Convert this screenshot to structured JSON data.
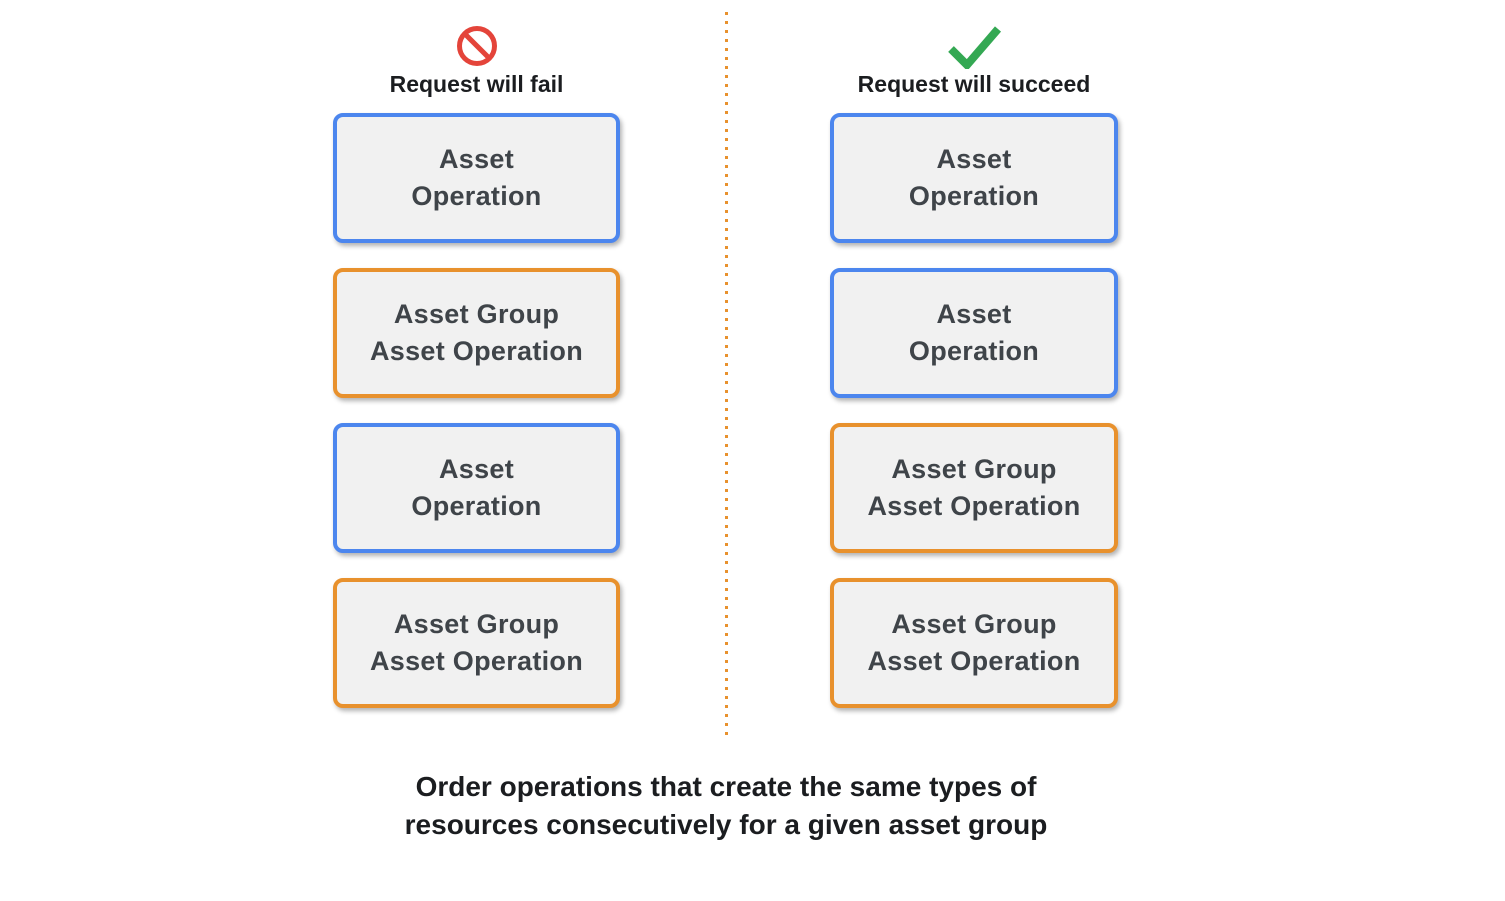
{
  "diagram": {
    "columns": [
      {
        "icon": "prohibition",
        "label": "Request will fail",
        "boxes": [
          {
            "type": "blue",
            "lines": [
              "Asset",
              "Operation"
            ]
          },
          {
            "type": "orange",
            "lines": [
              "Asset Group",
              "Asset Operation"
            ]
          },
          {
            "type": "blue",
            "lines": [
              "Asset",
              "Operation"
            ]
          },
          {
            "type": "orange",
            "lines": [
              "Asset Group",
              "Asset Operation"
            ]
          }
        ]
      },
      {
        "icon": "checkmark",
        "label": "Request will succeed",
        "boxes": [
          {
            "type": "blue",
            "lines": [
              "Asset",
              "Operation"
            ]
          },
          {
            "type": "blue",
            "lines": [
              "Asset",
              "Operation"
            ]
          },
          {
            "type": "orange",
            "lines": [
              "Asset Group",
              "Asset Operation"
            ]
          },
          {
            "type": "orange",
            "lines": [
              "Asset Group",
              "Asset Operation"
            ]
          }
        ]
      }
    ],
    "caption": {
      "line1": "Order operations that create the same types of",
      "line2": "resources consecutively for a given asset group"
    },
    "colors": {
      "blue_border": "#4c86ee",
      "orange_border": "#e8912d",
      "fail_red": "#e4443a",
      "success_green": "#34a853",
      "box_fill": "#f1f1f1",
      "box_text": "#3f4449",
      "divider_orange": "#e8912d",
      "heading_text": "#1b1d20"
    }
  }
}
